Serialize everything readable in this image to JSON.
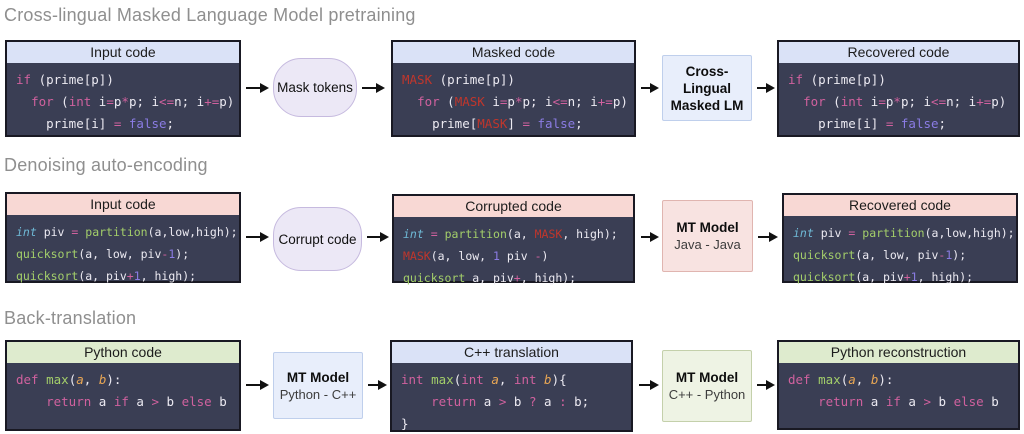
{
  "colors": {
    "title-gray": "#8f8f8f",
    "code-bg": "#3a3e54",
    "code-border": "#191923",
    "code-text": "#eceaf2",
    "keyword-pink": "#d0619e",
    "function-green": "#a3ce6a",
    "literal-purple": "#8b7ce4",
    "mask-red": "#c0362c",
    "type-cyan": "#6fb9d6",
    "param-orange": "#e8a654",
    "header-blue": "#dae2f7",
    "header-pink": "#f8d8d4",
    "header-green": "#deebce",
    "pill-bg": "#ece8f6",
    "pill-border": "#c6badf",
    "model-blue-bg": "#e8eefb",
    "model-blue-border": "#bfcfec",
    "model-pink-bg": "#f8e3e1",
    "model-pink-border": "#e0b5b0",
    "model-green-bg": "#eef3e4",
    "model-green-border": "#c4d0ab",
    "arrow-black": "#111111"
  },
  "sections": [
    {
      "title": "Cross-lingual Masked Language Model pretraining",
      "pill": "Mask tokens",
      "model": {
        "line1": "Cross-Lingual",
        "line2": "Masked LM"
      },
      "boxes": {
        "input": {
          "header": "Input code",
          "lines": [
            [
              [
                "k",
                "if"
              ],
              [
                "w",
                " (prime[p])"
              ]
            ],
            [
              [
                "w",
                "  "
              ],
              [
                "k",
                "for"
              ],
              [
                "w",
                " ("
              ],
              [
                "k",
                "int"
              ],
              [
                "w",
                " i"
              ],
              [
                "k",
                "="
              ],
              [
                "w",
                "p"
              ],
              [
                "k",
                "*"
              ],
              [
                "w",
                "p; i"
              ],
              [
                "k",
                "<="
              ],
              [
                "w",
                "n; i"
              ],
              [
                "k",
                "+="
              ],
              [
                "w",
                "p)"
              ]
            ],
            [
              [
                "w",
                "    prime[i] "
              ],
              [
                "k",
                "="
              ],
              [
                "w",
                " "
              ],
              [
                "p",
                "false"
              ],
              [
                "w",
                ";"
              ]
            ]
          ]
        },
        "masked": {
          "header": "Masked code",
          "lines": [
            [
              [
                "r",
                "MASK"
              ],
              [
                "w",
                " (prime[p])"
              ]
            ],
            [
              [
                "w",
                "  "
              ],
              [
                "k",
                "for"
              ],
              [
                "w",
                " ("
              ],
              [
                "r",
                "MASK"
              ],
              [
                "w",
                " i"
              ],
              [
                "k",
                "="
              ],
              [
                "w",
                "p"
              ],
              [
                "k",
                "*"
              ],
              [
                "w",
                "p; i"
              ],
              [
                "k",
                "<="
              ],
              [
                "w",
                "n; i"
              ],
              [
                "k",
                "+="
              ],
              [
                "w",
                "p)"
              ]
            ],
            [
              [
                "w",
                "    prime["
              ],
              [
                "r",
                "MASK"
              ],
              [
                "w",
                "] "
              ],
              [
                "k",
                "="
              ],
              [
                "w",
                " "
              ],
              [
                "p",
                "false"
              ],
              [
                "w",
                ";"
              ]
            ]
          ]
        },
        "recovered": {
          "header": "Recovered code",
          "lines": [
            [
              [
                "k",
                "if"
              ],
              [
                "w",
                " (prime[p])"
              ]
            ],
            [
              [
                "w",
                "  "
              ],
              [
                "k",
                "for"
              ],
              [
                "w",
                " ("
              ],
              [
                "k",
                "int"
              ],
              [
                "w",
                " i"
              ],
              [
                "k",
                "="
              ],
              [
                "w",
                "p"
              ],
              [
                "k",
                "*"
              ],
              [
                "w",
                "p; i"
              ],
              [
                "k",
                "<="
              ],
              [
                "w",
                "n; i"
              ],
              [
                "k",
                "+="
              ],
              [
                "w",
                "p)"
              ]
            ],
            [
              [
                "w",
                "    prime[i] "
              ],
              [
                "k",
                "="
              ],
              [
                "w",
                " "
              ],
              [
                "p",
                "false"
              ],
              [
                "w",
                ";"
              ]
            ]
          ]
        }
      }
    },
    {
      "title": "Denoising auto-encoding",
      "pill": "Corrupt code",
      "model": {
        "line1": "MT Model",
        "line2": "Java - Java"
      },
      "boxes": {
        "input": {
          "header": "Input code",
          "lines": [
            [
              [
                "cy",
                "int"
              ],
              [
                "w",
                " piv "
              ],
              [
                "k",
                "="
              ],
              [
                "w",
                " "
              ],
              [
                "g",
                "partition"
              ],
              [
                "w",
                "(a,low,high);"
              ]
            ],
            [
              [
                "g",
                "quicksort"
              ],
              [
                "w",
                "(a, low, piv"
              ],
              [
                "k",
                "-"
              ],
              [
                "p",
                "1"
              ],
              [
                "w",
                ");"
              ]
            ],
            [
              [
                "g",
                "quicksort"
              ],
              [
                "w",
                "(a, piv"
              ],
              [
                "k",
                "+"
              ],
              [
                "p",
                "1"
              ],
              [
                "w",
                ", high);"
              ]
            ]
          ]
        },
        "corrupted": {
          "header": "Corrupted code",
          "lines": [
            [
              [
                "cy",
                "int"
              ],
              [
                "w",
                " "
              ],
              [
                "k",
                "="
              ],
              [
                "w",
                " "
              ],
              [
                "g",
                "partition"
              ],
              [
                "w",
                "(a, "
              ],
              [
                "r",
                "MASK"
              ],
              [
                "w",
                ", high);"
              ]
            ],
            [
              [
                "r",
                "MASK"
              ],
              [
                "w",
                "(a, low, "
              ],
              [
                "p",
                "1"
              ],
              [
                "w",
                " piv "
              ],
              [
                "k",
                "-"
              ],
              [
                "w",
                ")"
              ]
            ],
            [
              [
                "g",
                "quicksort"
              ],
              [
                "w",
                " a, piv"
              ],
              [
                "k",
                "+"
              ],
              [
                "w",
                ", high);"
              ]
            ]
          ]
        },
        "recovered": {
          "header": "Recovered code",
          "lines": [
            [
              [
                "cy",
                "int"
              ],
              [
                "w",
                " piv "
              ],
              [
                "k",
                "="
              ],
              [
                "w",
                " "
              ],
              [
                "g",
                "partition"
              ],
              [
                "w",
                "(a,low,high);"
              ]
            ],
            [
              [
                "g",
                "quicksort"
              ],
              [
                "w",
                "(a, low, piv"
              ],
              [
                "k",
                "-"
              ],
              [
                "p",
                "1"
              ],
              [
                "w",
                ");"
              ]
            ],
            [
              [
                "g",
                "quicksort"
              ],
              [
                "w",
                "(a, piv"
              ],
              [
                "k",
                "+"
              ],
              [
                "p",
                "1"
              ],
              [
                "w",
                ", high);"
              ]
            ]
          ]
        }
      }
    },
    {
      "title": "Back-translation",
      "model1": {
        "line1": "MT Model",
        "line2": "Python - C++"
      },
      "model2": {
        "line1": "MT Model",
        "line2": "C++ - Python"
      },
      "boxes": {
        "python": {
          "header": "Python code",
          "lines": [
            [
              [
                "k",
                "def"
              ],
              [
                "w",
                " "
              ],
              [
                "g",
                "max"
              ],
              [
                "w",
                "("
              ],
              [
                "o",
                "a"
              ],
              [
                "w",
                ", "
              ],
              [
                "o",
                "b"
              ],
              [
                "w",
                "):"
              ]
            ],
            [
              [
                "w",
                "    "
              ],
              [
                "k",
                "return"
              ],
              [
                "w",
                " a "
              ],
              [
                "k",
                "if"
              ],
              [
                "w",
                " a "
              ],
              [
                "k",
                ">"
              ],
              [
                "w",
                " b "
              ],
              [
                "k",
                "else"
              ],
              [
                "w",
                " b"
              ]
            ]
          ]
        },
        "cpp": {
          "header": "C++ translation",
          "lines": [
            [
              [
                "k",
                "int"
              ],
              [
                "w",
                " "
              ],
              [
                "g",
                "max"
              ],
              [
                "w",
                "("
              ],
              [
                "k",
                "int"
              ],
              [
                "w",
                " "
              ],
              [
                "o",
                "a"
              ],
              [
                "w",
                ", "
              ],
              [
                "k",
                "int"
              ],
              [
                "w",
                " "
              ],
              [
                "o",
                "b"
              ],
              [
                "w",
                "){"
              ]
            ],
            [
              [
                "w",
                "    "
              ],
              [
                "k",
                "return"
              ],
              [
                "w",
                " a "
              ],
              [
                "k",
                ">"
              ],
              [
                "w",
                " b "
              ],
              [
                "k",
                "?"
              ],
              [
                "w",
                " a "
              ],
              [
                "k",
                ":"
              ],
              [
                "w",
                " b;"
              ]
            ],
            [
              [
                "w",
                "}"
              ]
            ]
          ]
        },
        "recon": {
          "header": "Python reconstruction",
          "lines": [
            [
              [
                "k",
                "def"
              ],
              [
                "w",
                " "
              ],
              [
                "g",
                "max"
              ],
              [
                "w",
                "("
              ],
              [
                "o",
                "a"
              ],
              [
                "w",
                ", "
              ],
              [
                "o",
                "b"
              ],
              [
                "w",
                "):"
              ]
            ],
            [
              [
                "w",
                "    "
              ],
              [
                "k",
                "return"
              ],
              [
                "w",
                " a "
              ],
              [
                "k",
                "if"
              ],
              [
                "w",
                " a "
              ],
              [
                "k",
                ">"
              ],
              [
                "w",
                " b "
              ],
              [
                "k",
                "else"
              ],
              [
                "w",
                " b"
              ]
            ]
          ]
        }
      }
    }
  ]
}
